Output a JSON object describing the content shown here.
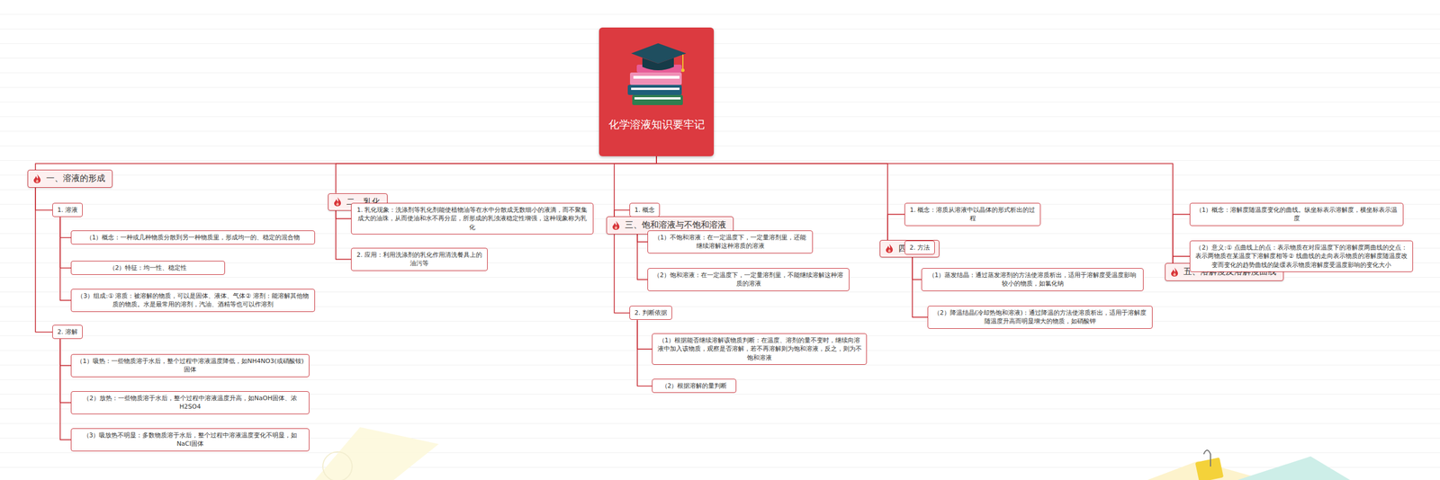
{
  "diagram": {
    "nodes": [
      {
        "text": [
          "化学溶液知识要牢记"
        ]
      },
      {
        "text": [
          "一、溶液的形成"
        ]
      },
      {
        "text": [
          "1. 溶液"
        ]
      },
      {
        "text": [
          "（1）概念：一种或几种物质分散到另一种物质里，形成均一的、稳定的混合物"
        ]
      },
      {
        "text": [
          "（2）特征：均一性、稳定性"
        ]
      },
      {
        "text": [
          "（3）组成:① 溶质：被溶解的物质，可以是固体、液体、气体② 溶剂：能溶解其他物质的物质。水是最常用的溶剂，汽油、酒精等也可以作溶剂"
        ]
      },
      {
        "text": [
          "2. 溶解"
        ]
      },
      {
        "text": [
          "（1）吸热：一些物质溶于水后，整个过程中溶液温度降低，如NH4NO3(或硝酸铵)固体"
        ]
      },
      {
        "text": [
          "（2）放热：一些物质溶于水后，整个过程中溶液温度升高，如NaOH固体、浓H2SO4"
        ]
      },
      {
        "text": [
          "（3）吸放热不明显：多数物质溶于水后，整个过程中溶液温度变化不明显，如NaCl固体"
        ]
      },
      {
        "text": [
          "二、乳化"
        ]
      },
      {
        "text": [
          "1. 乳化现象：洗涤剂等乳化剂能使植物油等在水中分散成无数细小的液滴，而不聚集成大的油珠，从而使油和水不再分层，所形成的乳浊液稳定性增强，这种现象称为乳化"
        ]
      },
      {
        "text": [
          "2. 应用：利用洗涤剂的乳化作用清洗餐具上的油污等"
        ]
      },
      {
        "text": [
          "三、饱和溶液与不饱和溶液"
        ]
      },
      {
        "text": [
          "1. 概念"
        ]
      },
      {
        "text": [
          "（1）不饱和溶液：在一定温度下，一定量溶剂里，还能继续溶解这种溶质的溶液"
        ]
      },
      {
        "text": [
          "（2）饱和溶液：在一定温度下，一定量溶剂里，不能继续溶解这种溶质的溶液"
        ]
      },
      {
        "text": [
          "2. 判断依据"
        ]
      },
      {
        "text": [
          "（1）根据能否继续溶解该物质判断：在温度、溶剂的量不变时，继续向溶液中加入该物质，观察是否溶解，若不再溶解则为饱和溶液，反之，则为不饱和溶液"
        ]
      },
      {
        "text": [
          "（2）根据溶解的量判断"
        ]
      },
      {
        "text": [
          "四、结晶"
        ]
      },
      {
        "text": [
          "1. 概念：溶质从溶液中以晶体的形式析出的过程"
        ]
      },
      {
        "text": [
          "2. 方法"
        ]
      },
      {
        "text": [
          "（1）蒸发结晶：通过蒸发溶剂的方法使溶质析出，适用于溶解度受温度影响较小的物质，如氯化钠"
        ]
      },
      {
        "text": [
          "（2）降温结晶(冷却热饱和溶液)：通过降温的方法使溶质析出，适用于溶解度随温度升高而明显增大的物质，如硝酸钾"
        ]
      },
      {
        "text": [
          "五、溶解度及溶解度曲线"
        ]
      },
      {
        "text": [
          "（1）概念：溶解度随温度变化的曲线。纵坐标表示溶解度，横坐标表示温度"
        ]
      },
      {
        "text": [
          "（2）意义:① 点曲线上的点：表示物质在对应温度下的溶解度两曲线的交点：表示两物质在某温度下溶解度相等② 线曲线的走向表示物质的溶解度随温度改变而变化的趋势曲线的陡缓表示物质溶解度受温度影响的变化大小"
        ]
      }
    ],
    "edges": [
      {
        "from": 0,
        "to": 1,
        "arrow": "none"
      },
      {
        "from": 0,
        "to": 10,
        "arrow": "none"
      },
      {
        "from": 0,
        "to": 13,
        "arrow": "none"
      },
      {
        "from": 0,
        "to": 20,
        "arrow": "none"
      },
      {
        "from": 0,
        "to": 25,
        "arrow": "none"
      },
      {
        "from": 1,
        "to": 2,
        "arrow": "none"
      },
      {
        "from": 2,
        "to": 3,
        "arrow": "none"
      },
      {
        "from": 2,
        "to": 4,
        "arrow": "none"
      },
      {
        "from": 2,
        "to": 5,
        "arrow": "none"
      },
      {
        "from": 1,
        "to": 6,
        "arrow": "none"
      },
      {
        "from": 6,
        "to": 7,
        "arrow": "none"
      },
      {
        "from": 6,
        "to": 8,
        "arrow": "none"
      },
      {
        "from": 6,
        "to": 9,
        "arrow": "none"
      },
      {
        "from": 10,
        "to": 11,
        "arrow": "none"
      },
      {
        "from": 10,
        "to": 12,
        "arrow": "none"
      },
      {
        "from": 13,
        "to": 14,
        "arrow": "none"
      },
      {
        "from": 14,
        "to": 15,
        "arrow": "none"
      },
      {
        "from": 14,
        "to": 16,
        "arrow": "none"
      },
      {
        "from": 13,
        "to": 17,
        "arrow": "none"
      },
      {
        "from": 17,
        "to": 18,
        "arrow": "none"
      },
      {
        "from": 17,
        "to": 19,
        "arrow": "none"
      },
      {
        "from": 20,
        "to": 21,
        "arrow": "none"
      },
      {
        "from": 20,
        "to": 22,
        "arrow": "none"
      },
      {
        "from": 22,
        "to": 23,
        "arrow": "none"
      },
      {
        "from": 22,
        "to": 24,
        "arrow": "none"
      },
      {
        "from": 25,
        "to": 26,
        "arrow": "none"
      },
      {
        "from": 25,
        "to": 27,
        "arrow": "none"
      }
    ]
  }
}
